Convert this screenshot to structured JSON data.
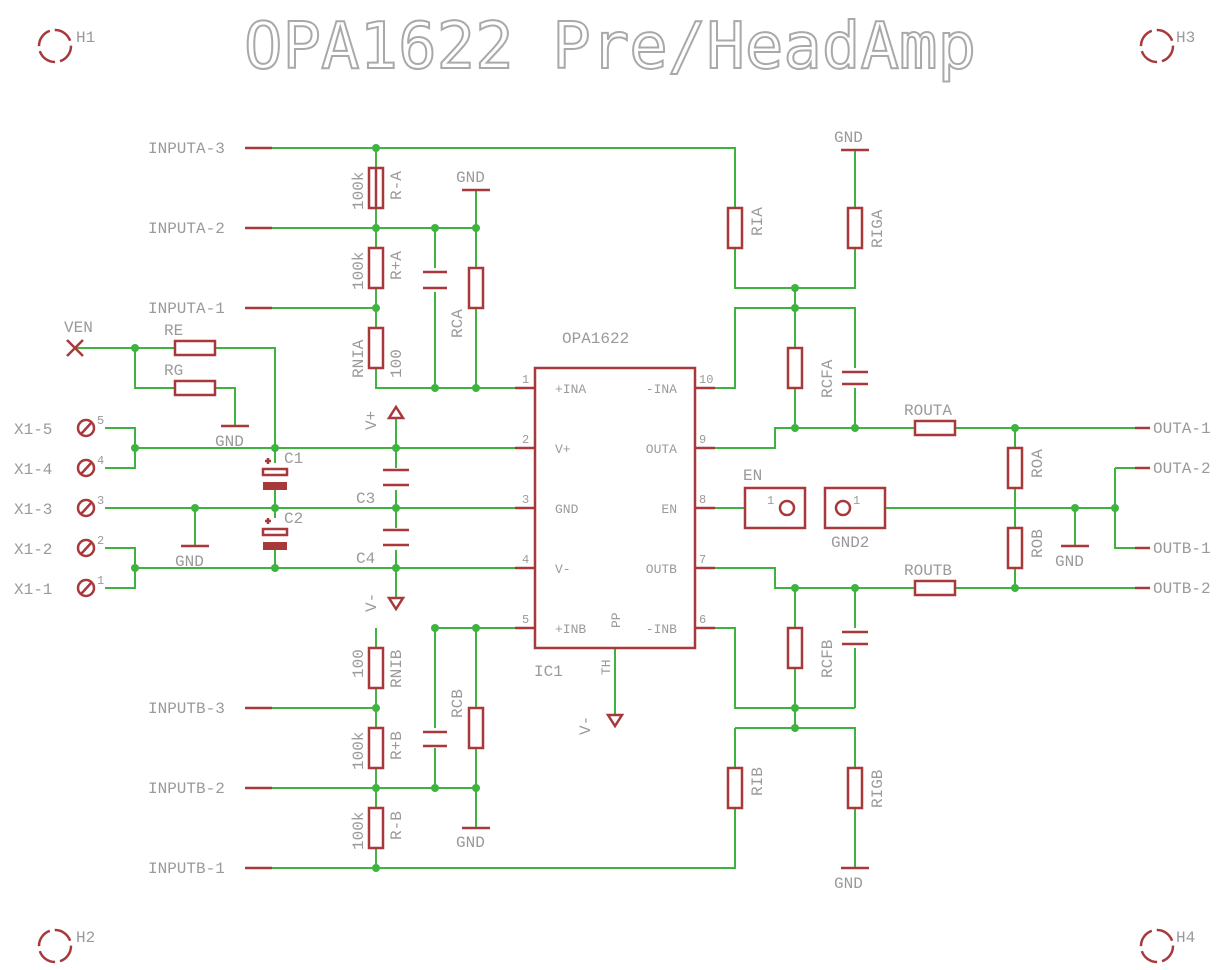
{
  "title": "OPA1622 Pre/HeadAmp",
  "colors": {
    "wire": "#3fb33f",
    "part": "#a8393b",
    "text": "#9a9a9a"
  },
  "holes": {
    "h1": "H1",
    "h2": "H2",
    "h3": "H3",
    "h4": "H4"
  },
  "nets": {
    "inputa3": "INPUTA-3",
    "inputa2": "INPUTA-2",
    "inputa1": "INPUTA-1",
    "inputb3": "INPUTB-3",
    "inputb2": "INPUTB-2",
    "inputb1": "INPUTB-1",
    "outa1": "OUTA-1",
    "outa2": "OUTA-2",
    "outb1": "OUTB-1",
    "outb2": "OUTB-2",
    "ven": "VEN",
    "gnd": "GND",
    "vplus": "V+",
    "vminus": "V-"
  },
  "terminals": {
    "x15": "X1-5",
    "x14": "X1-4",
    "x13": "X1-3",
    "x12": "X1-2",
    "x11": "X1-1",
    "n5": "5",
    "n4": "4",
    "n3": "3",
    "n2": "2",
    "n1": "1"
  },
  "parts": {
    "ra": "R-A",
    "ra_val": "100k",
    "rpa": "R+A",
    "rpa_val": "100k",
    "rnia": "RNIA",
    "rnia_val": "100",
    "rca": "RCA",
    "re": "RE",
    "rg": "RG",
    "c1": "C1",
    "c2": "C2",
    "c3": "C3",
    "c4": "C4",
    "ria": "RIA",
    "riga": "RIGA",
    "rcfa": "RCFA",
    "routa": "ROUTA",
    "roa": "ROA",
    "rob": "ROB",
    "routb": "ROUTB",
    "rcfb": "RCFB",
    "rib": "RIB",
    "rigb": "RIGB",
    "rnib": "RNIB",
    "rnib_val": "100",
    "rcb": "RCB",
    "rpb": "R+B",
    "rpb_val": "100k",
    "rb": "R-B",
    "rb_val": "100k",
    "en": "EN",
    "gnd2": "GND2",
    "jp_pin": "1"
  },
  "ic": {
    "name": "OPA1622",
    "ref": "IC1",
    "left_pins": [
      {
        "num": "1",
        "name": "+INA"
      },
      {
        "num": "2",
        "name": "V+"
      },
      {
        "num": "3",
        "name": "GND"
      },
      {
        "num": "4",
        "name": "V-"
      },
      {
        "num": "5",
        "name": "+INB"
      }
    ],
    "right_pins": [
      {
        "num": "10",
        "name": "-INA"
      },
      {
        "num": "9",
        "name": "OUTA"
      },
      {
        "num": "8",
        "name": "EN"
      },
      {
        "num": "7",
        "name": "OUTB"
      },
      {
        "num": "6",
        "name": "-INB"
      }
    ],
    "pp": "PP",
    "th": "TH"
  }
}
